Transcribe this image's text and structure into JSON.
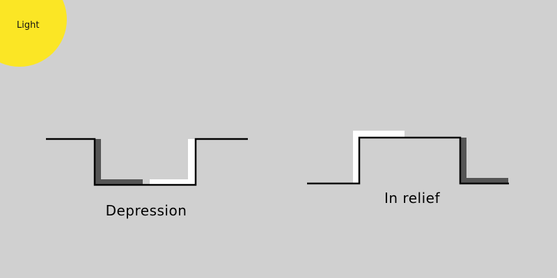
{
  "light": {
    "label": "Light",
    "color": "#fbe625"
  },
  "colors": {
    "background": "#d0d0d0",
    "outline": "#000000",
    "shadow": "#555555",
    "highlight": "#ffffff"
  },
  "diagrams": {
    "depression": {
      "label": "Depression"
    },
    "relief": {
      "label": "In relief"
    }
  }
}
